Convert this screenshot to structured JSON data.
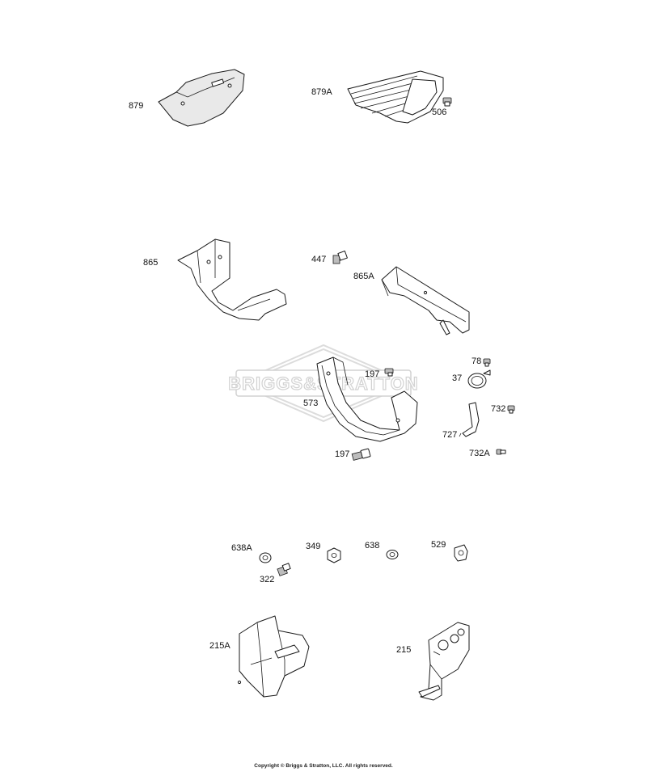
{
  "watermark": {
    "text": "BRIGGS&STRATTON"
  },
  "parts": [
    {
      "id": "879",
      "label": "879"
    },
    {
      "id": "879A",
      "label": "879A"
    },
    {
      "id": "506",
      "label": "506"
    },
    {
      "id": "865",
      "label": "865"
    },
    {
      "id": "447",
      "label": "447"
    },
    {
      "id": "865A",
      "label": "865A"
    },
    {
      "id": "197a",
      "label": "197"
    },
    {
      "id": "78",
      "label": "78"
    },
    {
      "id": "37",
      "label": "37"
    },
    {
      "id": "573",
      "label": "573"
    },
    {
      "id": "732",
      "label": "732"
    },
    {
      "id": "727",
      "label": "727"
    },
    {
      "id": "197b",
      "label": "197"
    },
    {
      "id": "732A",
      "label": "732A"
    },
    {
      "id": "638A",
      "label": "638A"
    },
    {
      "id": "349",
      "label": "349"
    },
    {
      "id": "638",
      "label": "638"
    },
    {
      "id": "529",
      "label": "529"
    },
    {
      "id": "322",
      "label": "322"
    },
    {
      "id": "215A",
      "label": "215A"
    },
    {
      "id": "215",
      "label": "215"
    }
  ],
  "footer": {
    "copyright": "Copyright © Briggs & Stratton, LLC. All rights reserved."
  }
}
